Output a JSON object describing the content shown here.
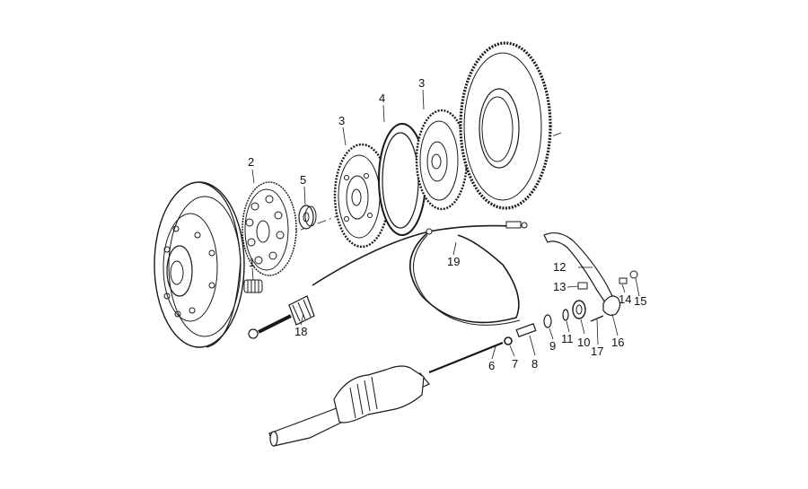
{
  "diagram": {
    "callouts": [
      {
        "id": "1",
        "text": "1"
      },
      {
        "id": "2",
        "text": "2"
      },
      {
        "id": "3a",
        "text": "3"
      },
      {
        "id": "3b",
        "text": "3"
      },
      {
        "id": "4",
        "text": "4"
      },
      {
        "id": "5",
        "text": "5"
      },
      {
        "id": "6",
        "text": "6"
      },
      {
        "id": "7",
        "text": "7"
      },
      {
        "id": "8",
        "text": "8"
      },
      {
        "id": "9",
        "text": "9"
      },
      {
        "id": "10",
        "text": "10"
      },
      {
        "id": "11",
        "text": "11"
      },
      {
        "id": "12",
        "text": "12"
      },
      {
        "id": "13",
        "text": "13"
      },
      {
        "id": "14",
        "text": "14"
      },
      {
        "id": "15",
        "text": "15"
      },
      {
        "id": "16",
        "text": "16"
      },
      {
        "id": "17",
        "text": "17"
      },
      {
        "id": "18",
        "text": "18"
      },
      {
        "id": "19",
        "text": "19"
      }
    ]
  },
  "colors": {
    "ink": "#1a1a1a",
    "paper": "#ffffff"
  }
}
